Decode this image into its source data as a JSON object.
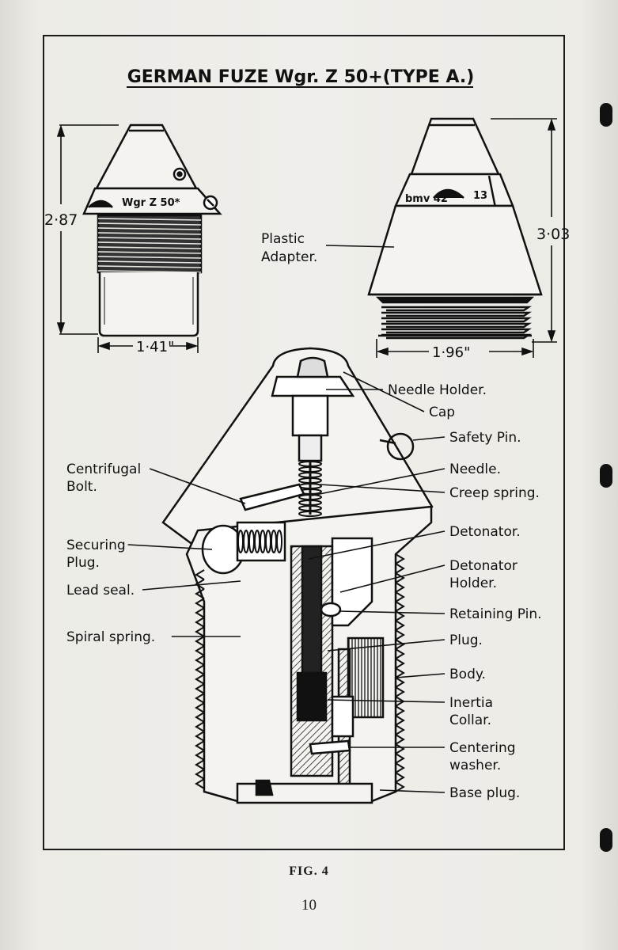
{
  "diagram": {
    "title": "GERMAN FUZE Wgr. Z 50+(TYPE A.)",
    "left_view": {
      "band_marking": "Wgr Z 50*",
      "height_dimension": "2·87",
      "width_dimension": "1·41\""
    },
    "right_view": {
      "band_marking_left": "bmv 42",
      "band_marking_right": "13",
      "height_dimension": "3·03",
      "width_dimension": "1·96\"",
      "adapter_label": [
        "Plastic",
        "Adapter."
      ]
    },
    "right_labels": [
      [
        "Needle Holder."
      ],
      [
        "Cap"
      ],
      [
        "Safety Pin."
      ],
      [
        "Needle."
      ],
      [
        "Creep spring."
      ],
      [
        "Detonator."
      ],
      [
        "Detonator",
        "Holder."
      ],
      [
        "Retaining Pin."
      ],
      [
        "Plug."
      ],
      [
        "Body."
      ],
      [
        "Inertia",
        "Collar."
      ],
      [
        "Centering",
        "washer."
      ],
      [
        "Base plug."
      ]
    ],
    "left_labels": [
      [
        "Centrifugal",
        "Bolt."
      ],
      [
        "Securing",
        "Plug."
      ],
      [
        "Lead seal."
      ],
      [
        "Spiral spring."
      ]
    ]
  },
  "figure_caption": "FIG. 4",
  "page_number": "10"
}
